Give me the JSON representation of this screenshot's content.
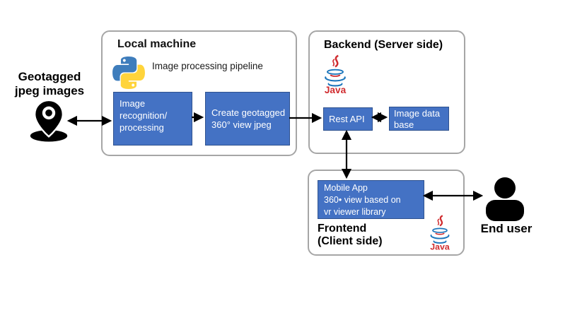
{
  "colors": {
    "process_box_fill": "#4472C4",
    "process_box_border": "#2F528F",
    "container_border": "#A6A6A6",
    "arrow": "#000000",
    "python_blue": "#3E7DBC",
    "python_yellow": "#FFD43B",
    "java_blue": "#1B75BB",
    "java_red": "#D02C2F",
    "box_text": "#FFFFFF"
  },
  "source": {
    "icon": "location-pin-icon",
    "lines": [
      "Geotagged",
      "jpeg images"
    ]
  },
  "local_machine": {
    "title": "Local machine",
    "icon": "python-logo-icon",
    "pipeline_label": "Image processing pipeline",
    "recognition_box": {
      "lines": [
        "Image",
        "recognition/",
        "processing"
      ]
    },
    "create_box": {
      "lines": [
        "Create geotagged",
        "360° view jpeg"
      ]
    }
  },
  "backend": {
    "title": "Backend (Server side)",
    "icon": "java-logo-icon",
    "java_label": "Java",
    "rest_api_box": {
      "label": "Rest API"
    },
    "image_db_box": {
      "lines": [
        "Image data",
        "base"
      ]
    }
  },
  "frontend": {
    "title_lines": [
      "Frontend",
      "(Client side)"
    ],
    "icon": "java-logo-icon",
    "java_label": "Java",
    "mobile_app_box": {
      "lines": [
        "Mobile App",
        "360• view based on",
        "vr viewer library"
      ]
    }
  },
  "end_user": {
    "icon": "person-icon",
    "label": "End user"
  }
}
